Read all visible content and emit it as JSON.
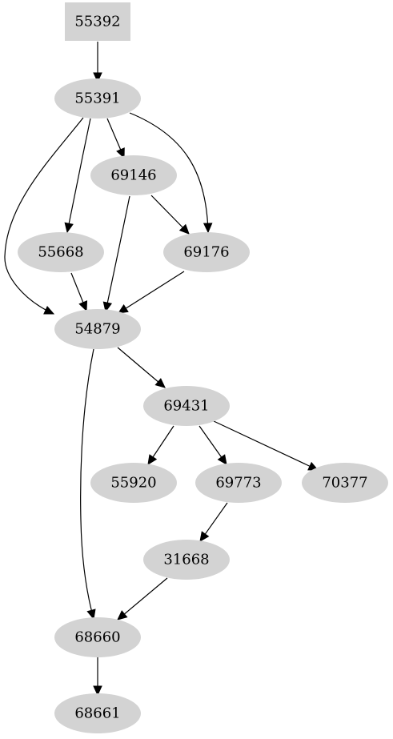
{
  "diagram": {
    "type": "directed-graph",
    "nodes": [
      {
        "id": "55392",
        "label": "55392",
        "shape": "box"
      },
      {
        "id": "55391",
        "label": "55391",
        "shape": "ellipse"
      },
      {
        "id": "69146",
        "label": "69146",
        "shape": "ellipse"
      },
      {
        "id": "55668",
        "label": "55668",
        "shape": "ellipse"
      },
      {
        "id": "69176",
        "label": "69176",
        "shape": "ellipse"
      },
      {
        "id": "54879",
        "label": "54879",
        "shape": "ellipse"
      },
      {
        "id": "69431",
        "label": "69431",
        "shape": "ellipse"
      },
      {
        "id": "55920",
        "label": "55920",
        "shape": "ellipse"
      },
      {
        "id": "69773",
        "label": "69773",
        "shape": "ellipse"
      },
      {
        "id": "70377",
        "label": "70377",
        "shape": "ellipse"
      },
      {
        "id": "31668",
        "label": "31668",
        "shape": "ellipse"
      },
      {
        "id": "68660",
        "label": "68660",
        "shape": "ellipse"
      },
      {
        "id": "68661",
        "label": "68661",
        "shape": "ellipse"
      }
    ],
    "edges": [
      {
        "from": "55392",
        "to": "55391"
      },
      {
        "from": "55391",
        "to": "54879"
      },
      {
        "from": "55391",
        "to": "55668"
      },
      {
        "from": "55391",
        "to": "69146"
      },
      {
        "from": "55391",
        "to": "69176"
      },
      {
        "from": "69146",
        "to": "54879"
      },
      {
        "from": "69146",
        "to": "69176"
      },
      {
        "from": "55668",
        "to": "54879"
      },
      {
        "from": "69176",
        "to": "54879"
      },
      {
        "from": "54879",
        "to": "69431"
      },
      {
        "from": "54879",
        "to": "68660"
      },
      {
        "from": "69431",
        "to": "55920"
      },
      {
        "from": "69431",
        "to": "69773"
      },
      {
        "from": "69431",
        "to": "70377"
      },
      {
        "from": "69773",
        "to": "31668"
      },
      {
        "from": "31668",
        "to": "68660"
      },
      {
        "from": "68660",
        "to": "68661"
      }
    ],
    "colors": {
      "node_fill": "#d3d3d3",
      "edge": "#000000",
      "label": "#000000",
      "background": "#ffffff"
    }
  }
}
